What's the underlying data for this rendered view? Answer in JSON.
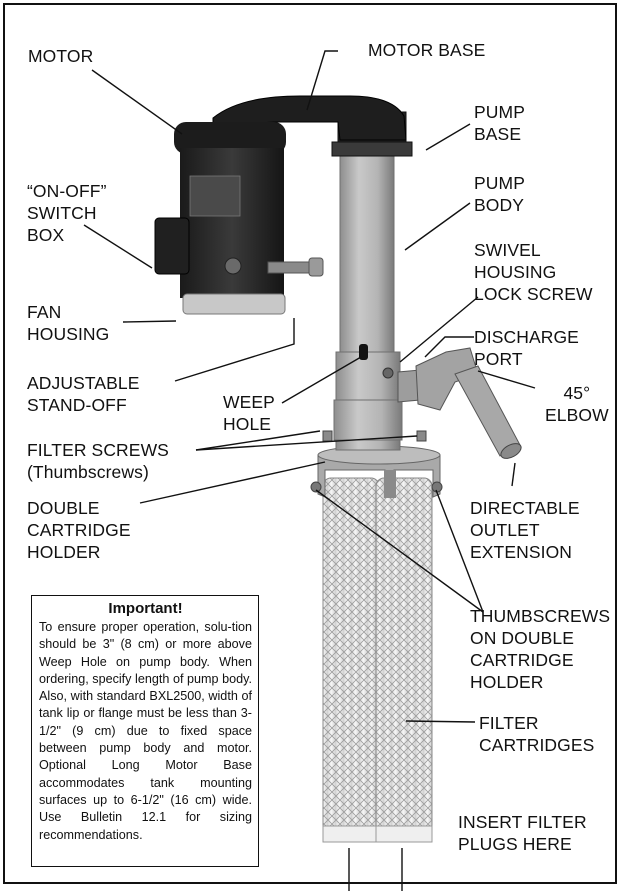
{
  "labels": {
    "motor": "MOTOR",
    "motor_base": "MOTOR BASE",
    "pump_base": "PUMP\nBASE",
    "pump_body": "PUMP\nBODY",
    "on_off_switch_box": "“ON-OFF”\nSWITCH\nBOX",
    "swivel_housing_lock_screw": "SWIVEL\nHOUSING\nLOCK SCREW",
    "fan_housing": "FAN\nHOUSING",
    "discharge_port": "DISCHARGE\nPORT",
    "adjustable_stand_off": "ADJUSTABLE\nSTAND-OFF",
    "weep_hole": "WEEP\nHOLE",
    "elbow_45": "45°\nELBOW",
    "filter_screws": "FILTER SCREWS\n(Thumbscrews)",
    "double_cartridge_holder": "DOUBLE\nCARTRIDGE\nHOLDER",
    "directable_outlet_extension": "DIRECTABLE\nOUTLET\nEXTENSION",
    "thumbscrews_on_holder": "THUMBSCREWS\nON DOUBLE\nCARTRIDGE\nHOLDER",
    "filter_cartridges": "FILTER\nCARTRIDGES",
    "insert_filter_plugs": "INSERT FILTER\nPLUGS HERE"
  },
  "important_note": {
    "title": "Important!",
    "body": "To ensure proper operation, solu-tion should be 3\" (8 cm) or more above Weep Hole on pump body. When ordering, specify length of pump body. Also, with standard BXL2500, width of tank lip or flange must be less than 3-1/2\" (9 cm) due to fixed space between pump body and motor. Optional Long Motor Base accommodates tank mounting surfaces up to 6-1/2\" (16 cm) wide. Use Bulletin 12.1 for sizing recommendations."
  }
}
